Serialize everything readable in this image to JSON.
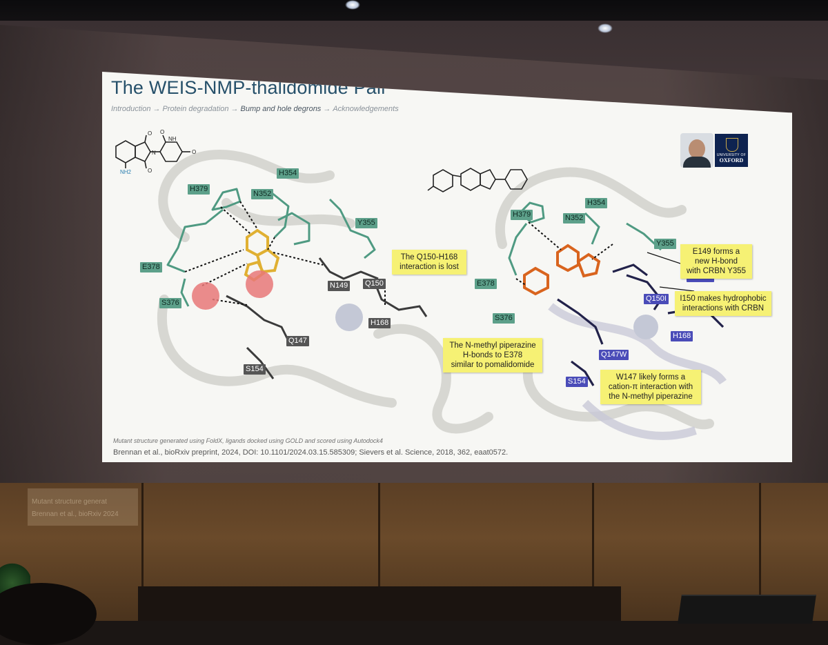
{
  "slide": {
    "title": "The WEIS-NMP-thalidomide Pair",
    "breadcrumb": {
      "items": [
        "Introduction",
        "Protein degradation",
        "Bump and hole degrons",
        "Acknowledgements"
      ],
      "separator": "→",
      "current": "Bump and hole degrons"
    },
    "molecule_left": {
      "label": "NH2"
    },
    "logo": {
      "line1": "UNIVERSITY OF",
      "line2": "OXFORD"
    },
    "left_panel_labels": [
      "H379",
      "N352",
      "H354",
      "Y355",
      "E378",
      "S376",
      "N149",
      "Q150",
      "H168",
      "Q147",
      "S154"
    ],
    "right_panel_labels": [
      "H379",
      "N352",
      "H354",
      "Y355",
      "E378",
      "S376",
      "N149E",
      "Q150I",
      "H168",
      "Q147W",
      "S154"
    ],
    "notes": {
      "q150": "The Q150-H168 interaction is lost",
      "piperazine": [
        "The N-methyl piperazine",
        "H-bonds to E378",
        "similar to pomalidomide"
      ],
      "e149": [
        "E149 forms a",
        "new H-bond",
        "with CRBN Y355"
      ],
      "i150": [
        "I150 makes hydrophobic",
        "interactions with CRBN"
      ],
      "w147": [
        "W147 likely forms a",
        "cation-π interaction with",
        "the N-methyl piperazine"
      ]
    },
    "footer": {
      "method": "Mutant structure generated using FoldX, ligands docked using GOLD and scored using Autodock4",
      "citation": "Brennan et al., bioRxiv preprint, 2024, DOI: 10.1101/2024.03.15.585309; Sievers et al. Science, 2018, 362, eaat0572."
    }
  },
  "colors": {
    "title": "#26506a",
    "label_green": "#5da08a",
    "label_dark": "#555555",
    "label_blue": "#4a4cb8",
    "note_yellow": "#f6f174",
    "carbon_yellow": "#e0b032",
    "carbon_orange": "#d9641e",
    "water_red": "#e87878",
    "metal_grey": "#c4c8d6"
  },
  "background_ghost": {
    "line1": "Mutant structure generat",
    "line2": "Brennan et al., bioRxiv 2024"
  }
}
